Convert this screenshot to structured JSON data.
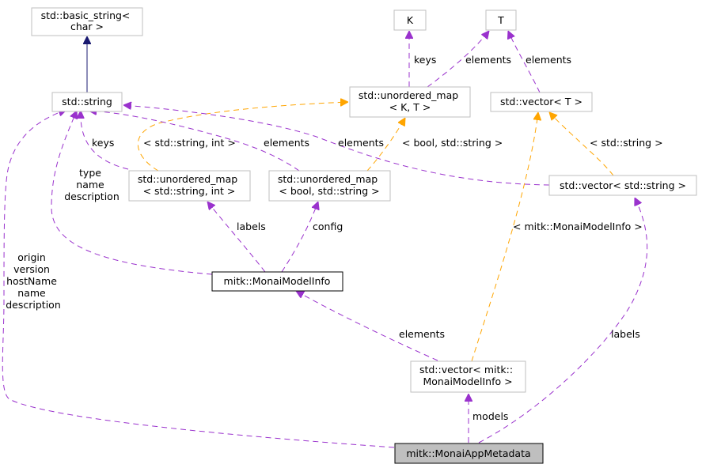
{
  "nodes": {
    "basic_string": [
      "std::basic_string<",
      "char >"
    ],
    "K": [
      "K"
    ],
    "T": [
      "T"
    ],
    "string": [
      "std::string"
    ],
    "umap_KT": [
      "std::unordered_map",
      "< K, T >"
    ],
    "vector_T": [
      "std::vector< T >"
    ],
    "umap_str_int": [
      "std::unordered_map",
      "< std::string, int >"
    ],
    "umap_bool_str": [
      "std::unordered_map",
      "< bool, std::string >"
    ],
    "vector_string": [
      "std::vector< std::string >"
    ],
    "model_info": [
      "mitk::MonaiModelInfo"
    ],
    "vector_model": [
      "std::vector< mitk::",
      "MonaiModelInfo >"
    ],
    "app_metadata": [
      "mitk::MonaiAppMetadata"
    ]
  },
  "edge_labels": {
    "keys_k": "keys",
    "elements_t_umap": "elements",
    "elements_t_vector": "elements",
    "tmpl_str_int": "< std::string, int >",
    "tmpl_bool_str": "< bool, std::string >",
    "tmpl_string": "< std::string >",
    "keys_str": "keys",
    "elements_umap_bool": "elements",
    "elements_vector_string": "elements",
    "type_name_desc": [
      "type",
      "name",
      "description"
    ],
    "labels_info": "labels",
    "config": "config",
    "tmpl_model": "< mitk::MonaiModelInfo >",
    "origin_group": [
      "origin",
      "version",
      "hostName",
      "name",
      "description"
    ],
    "elements_model": "elements",
    "labels_meta": "labels",
    "models": "models"
  }
}
